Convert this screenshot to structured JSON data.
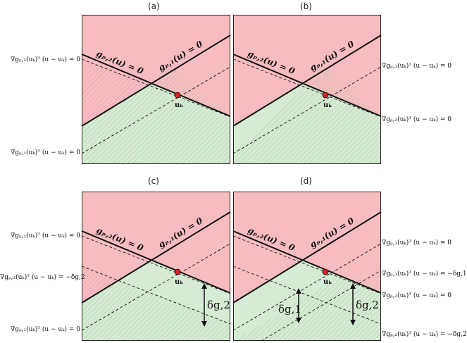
{
  "panels": {
    "a": {
      "title": "(a)",
      "curve1": "gₚ,₂(u) = 0",
      "curve2": "gₚ,₁(u) = 0",
      "point": "uₖ",
      "left_top": "∇gₚ,₂(uₖ)ᵀ (u − uₖ) = 0",
      "left_bottom": "∇gₚ,₁(uₖ)ᵀ (u − uₖ) = 0"
    },
    "b": {
      "title": "(b)",
      "curve1": "gₚ,₂(u) = 0",
      "curve2": "gₚ,₁(u) = 0",
      "point": "uₖ",
      "right_top": "∇gₚ,₁(uₖ)ᵀ (u − uₖ) = 0",
      "right_bottom": "∇gₚ,₂(uₖ)ᵀ (u − uₖ) = 0"
    },
    "c": {
      "title": "(c)",
      "curve1": "gₚ,₂(u) = 0",
      "curve2": "gₚ,₁(u) = 0",
      "point": "uₖ",
      "delta": "δg,2",
      "left_top": "∇gₚ,₂(uₖ)ᵀ (u − uₖ) = 0",
      "left_mid": "∇gₚ,₂(uₖ)ᵀ (u − uₖ) = −δg,2",
      "left_bottom": "∇gₚ,₁(uₖ)ᵀ (u − uₖ) = 0"
    },
    "d": {
      "title": "(d)",
      "curve1": "gₚ,₂(u) = 0",
      "curve2": "gₚ,₁(u) = 0",
      "point": "uₖ",
      "delta1": "δg,1",
      "delta2": "δg,2",
      "right_1": "∇gₚ,₁(uₖ)ᵀ (u − uₖ) = 0",
      "right_2": "∇gₚ,₁(uₖ)ᵀ (u − uₖ) = −δg,1",
      "right_3": "∇gₚ,₂(uₖ)ᵀ (u − uₖ) = 0",
      "right_4": "∇gₚ,₂(uₖ)ᵀ (u − uₖ) = −δg,2"
    }
  },
  "colors": {
    "infeasible": "#f7bcc0",
    "feasible": "#d6ebd4",
    "hatch_green": "#9fc79a",
    "hatch_red": "#e89aa2",
    "point": "#d9211f"
  }
}
